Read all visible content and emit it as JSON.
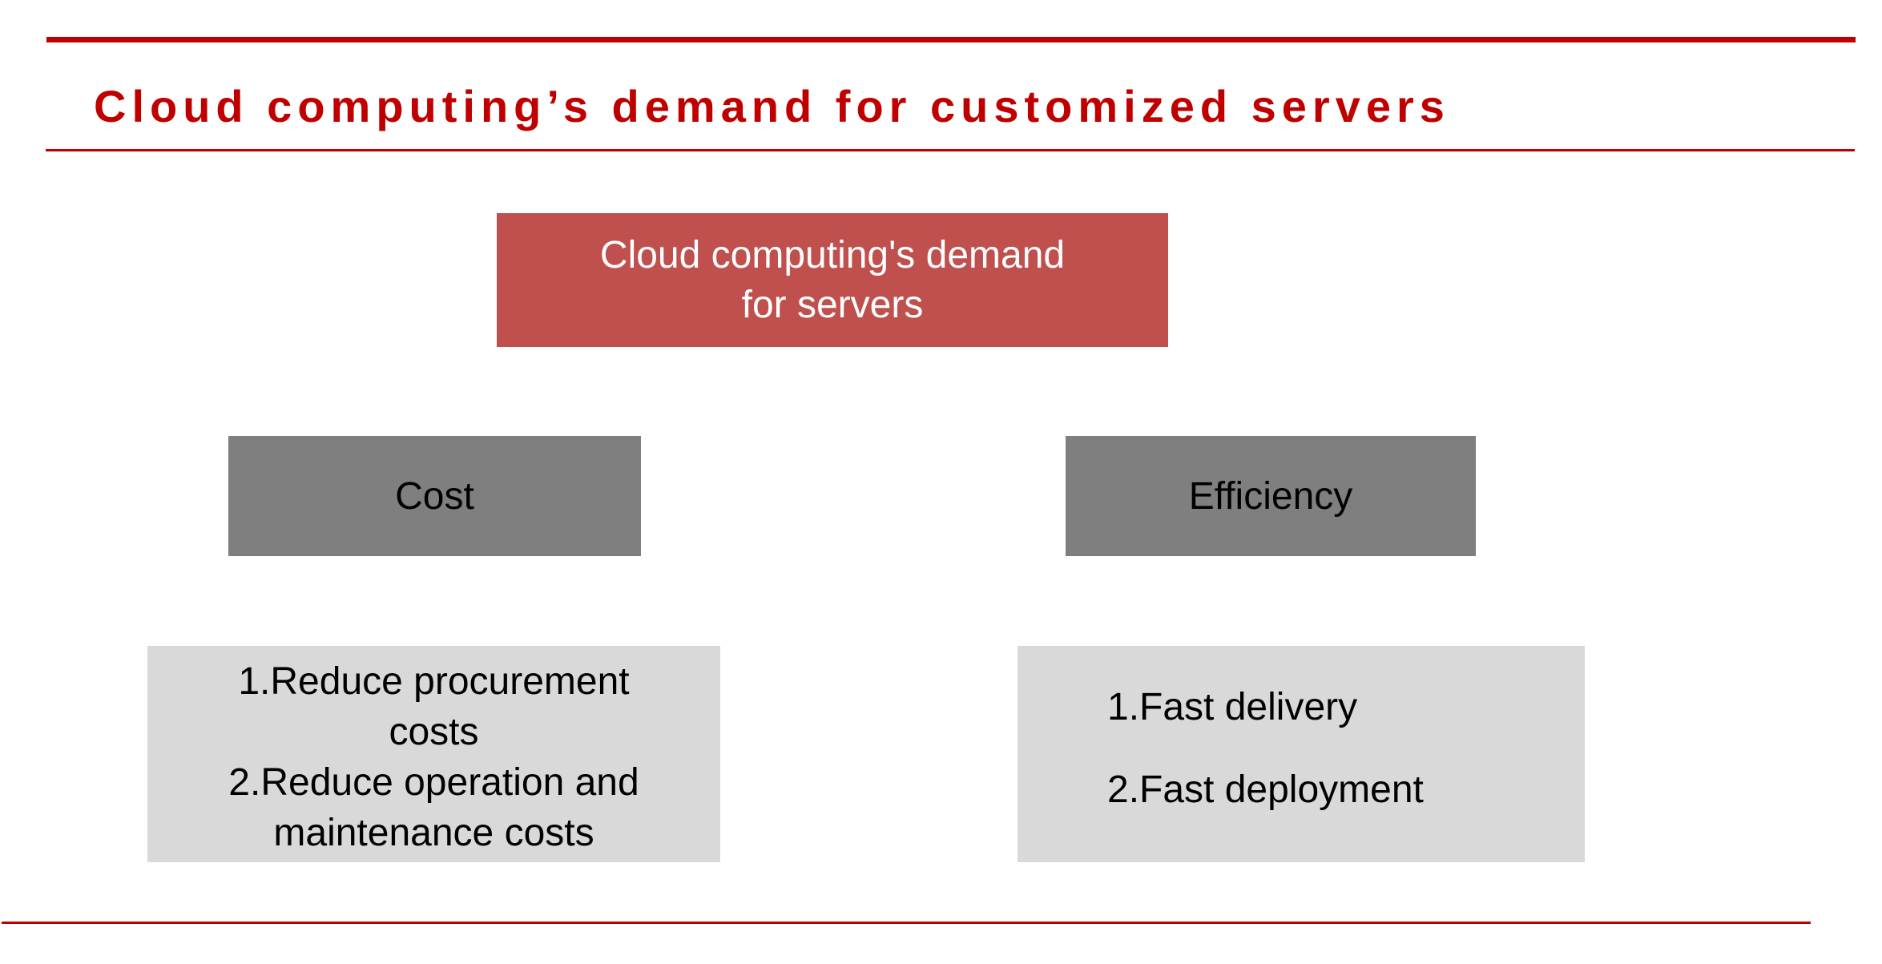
{
  "header": {
    "title": "Cloud computing’s demand for customized servers"
  },
  "colors": {
    "accent_red": "#C00000",
    "root_box_bg": "#C0504D",
    "root_box_text": "#FFFFFF",
    "category_box_bg": "#7F7F7F",
    "detail_box_bg": "#D9D9D9",
    "body_text": "#000000",
    "background": "#FFFFFF"
  },
  "diagram": {
    "root_label": "Cloud computing's demand\nfor servers",
    "branches": [
      {
        "label": "Cost",
        "details": [
          "1.Reduce procurement costs",
          "2.Reduce operation and maintenance costs"
        ]
      },
      {
        "label": "Efficiency",
        "details": [
          "1.Fast delivery",
          "2.Fast deployment"
        ]
      }
    ]
  }
}
